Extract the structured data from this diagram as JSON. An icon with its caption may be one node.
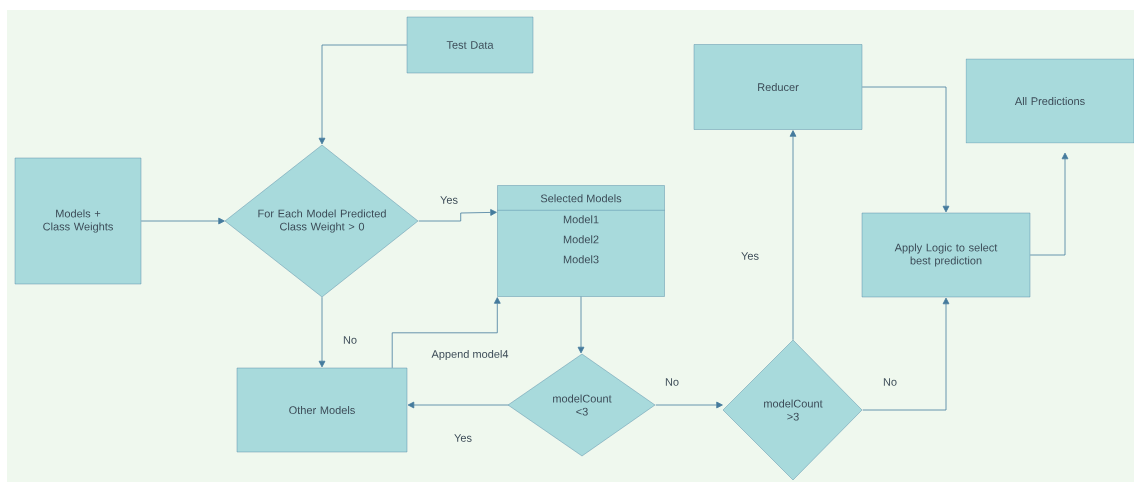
{
  "diagram": {
    "nodes": [
      {
        "text": [
          "Test Data"
        ]
      },
      {
        "text": [
          "Models + Class Weights"
        ]
      },
      {
        "text": [
          "For Each Model Predicted Class Weight > 0"
        ]
      },
      {
        "text": [
          "Selected Models",
          "Model1",
          "Model2",
          "Model3"
        ]
      },
      {
        "text": [
          "Other Models"
        ]
      },
      {
        "text": [
          "modelCount <3"
        ]
      },
      {
        "text": [
          "modelCount >3"
        ]
      },
      {
        "text": [
          "Reducer"
        ]
      },
      {
        "text": [
          "Apply Logic to select best prediction"
        ]
      },
      {
        "text": [
          "All Predictions"
        ]
      }
    ],
    "edges": [
      {
        "from": 0,
        "to": 2,
        "arrow": "to"
      },
      {
        "from": 1,
        "to": 2,
        "arrow": "to"
      },
      {
        "from": 2,
        "to": 3,
        "arrow": "to",
        "label": "Yes"
      },
      {
        "from": 2,
        "to": 4,
        "arrow": "to",
        "label": "No"
      },
      {
        "from": 4,
        "to": 3,
        "arrow": "to",
        "label": "Append model4"
      },
      {
        "from": 3,
        "to": 5,
        "arrow": "to"
      },
      {
        "from": 5,
        "to": 4,
        "arrow": "to",
        "label": "Yes"
      },
      {
        "from": 5,
        "to": 6,
        "arrow": "to",
        "label": "No"
      },
      {
        "from": 6,
        "to": 7,
        "arrow": "to",
        "label": "Yes"
      },
      {
        "from": 6,
        "to": 8,
        "arrow": "to",
        "label": "No"
      },
      {
        "from": 7,
        "to": 8,
        "arrow": "to"
      },
      {
        "from": 8,
        "to": 9,
        "arrow": "to"
      }
    ]
  }
}
